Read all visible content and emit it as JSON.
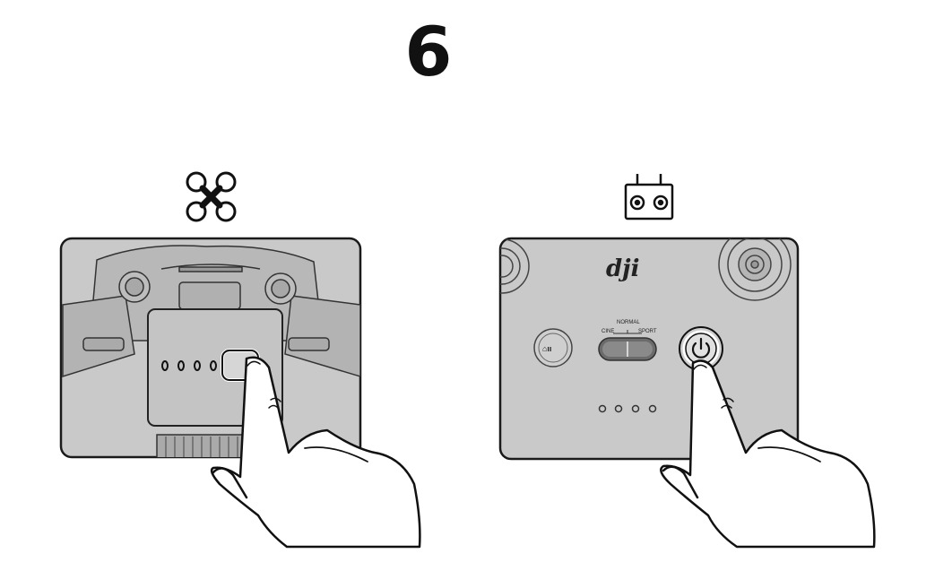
{
  "step": {
    "number": "6"
  },
  "aircraft_panel": {
    "icon": "drone-icon",
    "led_count": 4,
    "button": "aircraft-power-button"
  },
  "controller_panel": {
    "icon": "remote-controller-icon",
    "logo": "dji",
    "mode_switch": {
      "labels": [
        "CINE",
        "NORMAL",
        "SPORT"
      ]
    },
    "led_count": 4,
    "button": "controller-power-button"
  },
  "colors": {
    "panel_fill": "#c9c9c9",
    "panel_stroke": "#1a1a1a",
    "line": "#222222",
    "background": "#ffffff"
  }
}
